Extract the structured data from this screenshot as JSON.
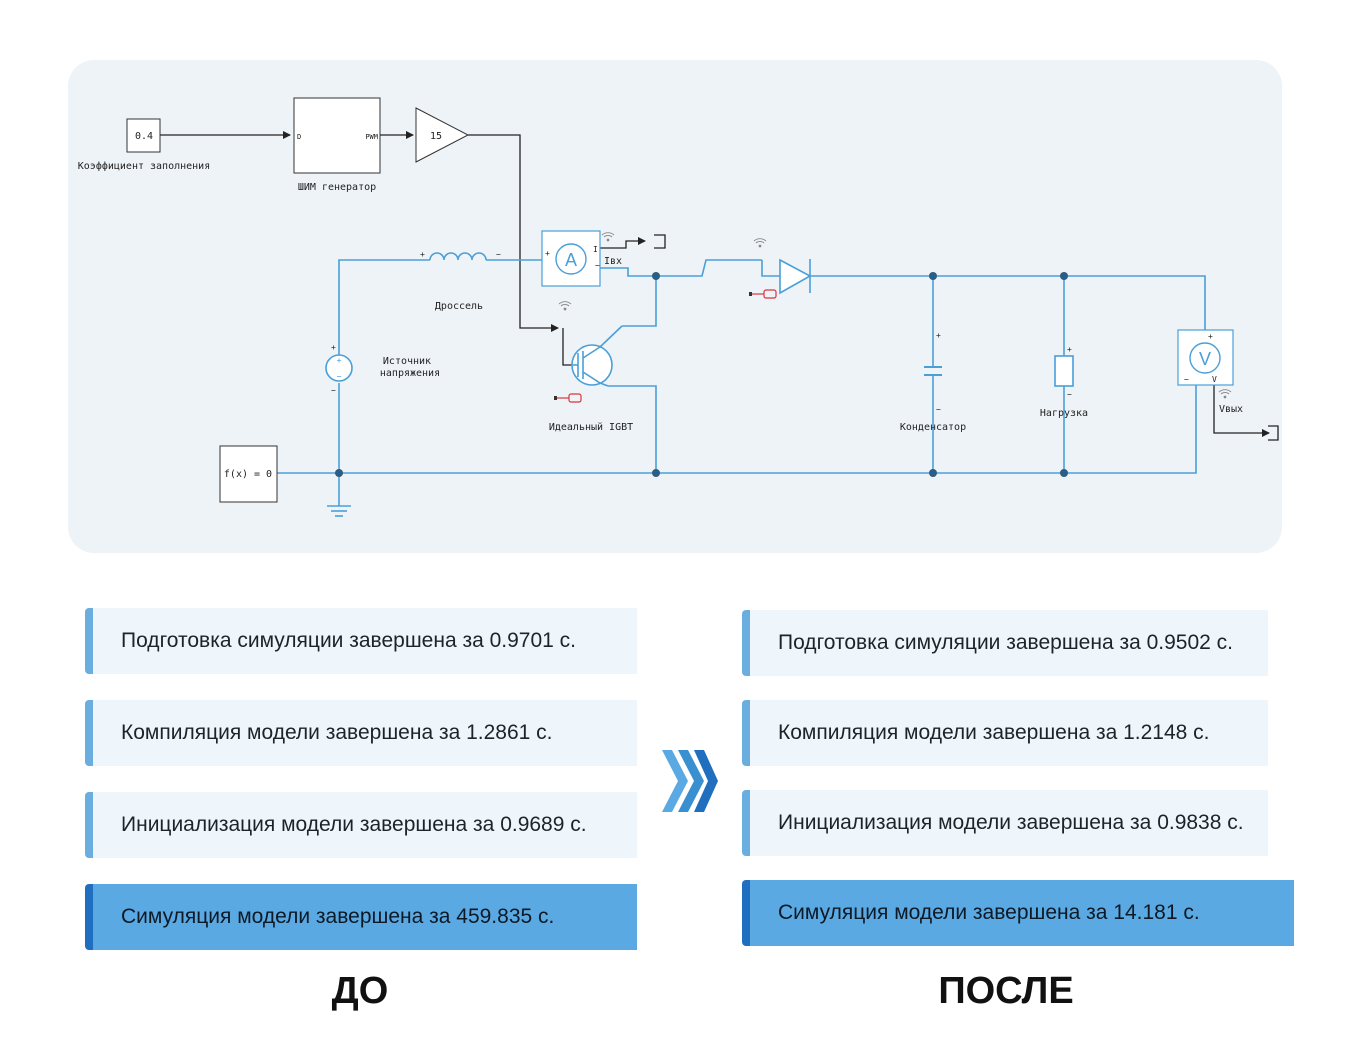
{
  "diagram": {
    "duty_const_value": "0.4",
    "duty_label": "Коэффициент заполнения",
    "pwm_label": "ШИМ генератор",
    "pwm_port_in": "D",
    "pwm_port_out": "PWM",
    "gain_value": "15",
    "inductor_label": "Дроссель",
    "inductor_plus": "+",
    "inductor_minus": "−",
    "source_label_line1": "Источник",
    "source_label_line2": "напряжения",
    "source_plus": "+",
    "source_minus": "−",
    "ammeter_symbol": "A",
    "ammeter_port": "I",
    "ammeter_plus": "+",
    "ammeter_minus": "−",
    "ammeter_output_label": "Iвх",
    "igbt_label": "Идеальный IGBT",
    "capacitor_label": "Конденсатор",
    "capacitor_plus": "+",
    "capacitor_minus": "−",
    "load_label": "Нагрузка",
    "load_plus": "+",
    "load_minus": "−",
    "voltmeter_symbol": "V",
    "voltmeter_port": "V",
    "voltmeter_plus": "+",
    "voltmeter_minus": "−",
    "voltmeter_output_label": "Vвых",
    "solver_label": "f(x) = 0",
    "colors": {
      "wire": "#4a9fd8",
      "signal": "#222222",
      "node": "#2c5d82",
      "probe": "#d9363e"
    },
    "icons": [
      "wifi-signal-icon",
      "probe-icon",
      "ground-icon",
      "terminator-icon"
    ]
  },
  "before": {
    "title": "ДО",
    "logs": [
      "Подготовка симуляции завершена за 0.9701 с.",
      "Компиляция модели завершена за 1.2861 с.",
      "Инициализация модели завершена за 0.9689 с.",
      "Симуляция модели завершена за 459.835 с."
    ]
  },
  "after": {
    "title": "ПОСЛЕ",
    "logs": [
      "Подготовка симуляции завершена за 0.9502 с.",
      "Компиляция модели завершена за 1.2148 с.",
      "Инициализация модели завершена за 0.9838 с.",
      "Симуляция модели завершена за 14.181 с."
    ]
  },
  "arrow_icon": "triple-chevron-right-icon"
}
